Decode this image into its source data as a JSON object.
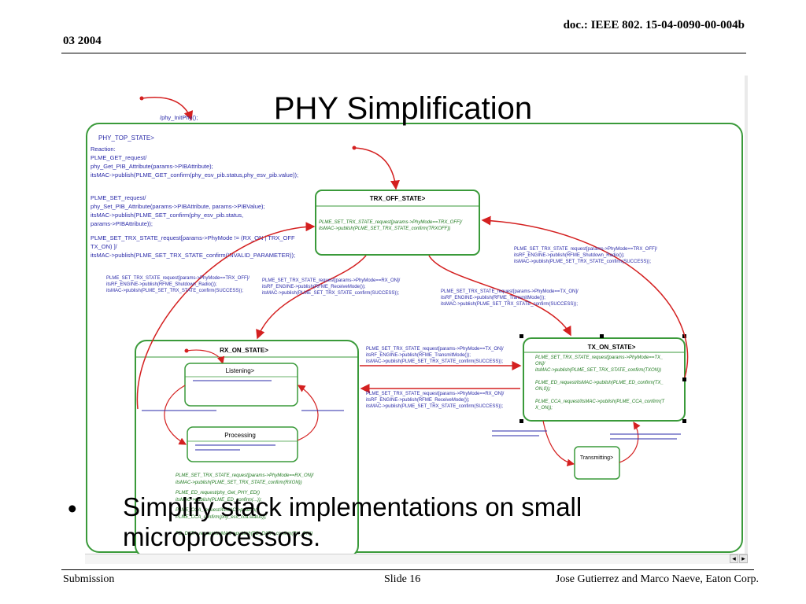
{
  "header": {
    "doc_id": "doc.: IEEE 802. 15-04-0090-00-004b",
    "date": "03 2004"
  },
  "slide": {
    "title": "PHY Simplification",
    "bullets": [
      "Simplify stack implementations on small microprocessors."
    ]
  },
  "diagram": {
    "init_label": "/phy_InitPhy();",
    "top_state": "PHY_TOP_STATE>",
    "reaction_lines": [
      "Reaction:",
      "PLME_GET_request/",
      "phy_Get_PIB_Attribute(params->PIBAttribute);",
      "itsMAC->publish(PLME_GET_confirm(phy_esv_pib.status,phy_esv_pib.value));",
      "",
      "PLME_SET_request/",
      "phy_Set_PIB_Attribute(params->PIBAttribute, params->PIBValue);",
      "itsMAC->publish(PLME_SET_confirm(phy_esv_pib.status,",
      "params->PIBAttribute));",
      "",
      "PLME_SET_TRX_STATE_request[params->PhyMode != (RX_ON | TRX_OFF",
      "TX_ON) ]/",
      "itsMAC->publish(PLME_SET_TRX_STATE_confirm(INVALID_PARAMETER));"
    ],
    "trx_off": {
      "name": "TRX_OFF_STATE>",
      "lines": [
        "PLME_SET_TRX_STATE_request[params->PhyMode==TRX_OFF]/",
        "itsMAC->publish(PLME_SET_TRX_STATE_confirm(TRXOFF))"
      ]
    },
    "rx_on": {
      "name": "RX_ON_STATE>",
      "listening": "Listening>",
      "processing": "Processing",
      "lines": [
        "PLME_SET_TRX_STATE_request[params->PhyMode==RX_ON]/",
        "itsMAC->publish(PLME_SET_TRX_STATE_confirm(RXON))",
        "PLME_ED_request/phy_Get_PHY_ED()",
        "itsMAC->publish(PLME_ED_confirm(...));",
        "PLME_CCA_request/itsMAC->publish(",
        "PLME_CCA_confirm(phy_esv_cca.status));",
        "PD_DATA_request/itsMAC->publish(PD_DATA_confirm(RX_ON))"
      ]
    },
    "tx_on": {
      "name": "TX_ON_STATE>",
      "transmitting": "Transmitting>",
      "lines": [
        "PLME_SET_TRX_STATE_request[params->PhyMode==TX_",
        "ON]/",
        "itsMAC->publish(PLME_SET_TRX_STATE_confirm(TXON))",
        "",
        "PLME_ED_request/itsMAC->publish(PLME_ED_confirm(TX_",
        "ON,0));",
        "",
        "PLME_CCA_request/itsMAC->publish(PLME_CCA_confirm(T",
        "X_ON));"
      ]
    },
    "transitions": {
      "off_to_tx_note": [
        "PLME_SET_TRX_STATE_request[params->PhyMode==TRX_OFF]/",
        "itsRF_ENGINE->publish(RFME_Shutdown_Radio());",
        "itsMAC->publish(PLME_SET_TRX_STATE_confirm(SUCCESS));"
      ],
      "rx_to_off": [
        "PLME_SET_TRX_STATE_request[params->PhyMode==TRX_OFF]/",
        "itsRF_ENGINE->publish(RFME_Shutdown_Radio());",
        "itsMAC->publish(PLME_SET_TRX_STATE_confirm(SUCCESS));"
      ],
      "off_to_rx": [
        "PLME_SET_TRX_STATE_request[params->PhyMode==RX_ON]/",
        "itsRF_ENGINE->publish(RFME_ReceiveMode());",
        "itsMAC->publish(PLME_SET_TRX_STATE_confirm(SUCCESS));"
      ],
      "off_to_tx": [
        "PLME_SET_TRX_STATE_request[params->PhyMode==TX_ON]/",
        "itsRF_ENGINE->publish(RFME_TransmitMode());",
        "itsMAC->publish(PLME_SET_TRX_STATE_confirm(SUCCESS));"
      ],
      "rx_to_tx": [
        "PLME_SET_TRX_STATE_request[params->PhyMode==TX_ON]/",
        "itsRF_ENGINE->publish(RFME_TransmitMode());",
        "itsMAC->publish(PLME_SET_TRX_STATE_confirm(SUCCESS));"
      ],
      "tx_to_rx": [
        "PLME_SET_TRX_STATE_request[params->PhyMode==RX_ON]/",
        "itsRF_ENGINE->publish(RFME_ReceiveMode());",
        "itsMAC->publish(PLME_SET_TRX_STATE_confirm(SUCCESS));"
      ]
    },
    "colors": {
      "state_border": "#3a9a3a",
      "text_blue": "#2a2aa8",
      "italic_green": "#1f7a1f",
      "arrow_red": "#d42020"
    }
  },
  "footer": {
    "left": "Submission",
    "center": "Slide 16",
    "right": "Jose Gutierrez and Marco Naeve, Eaton Corp."
  }
}
